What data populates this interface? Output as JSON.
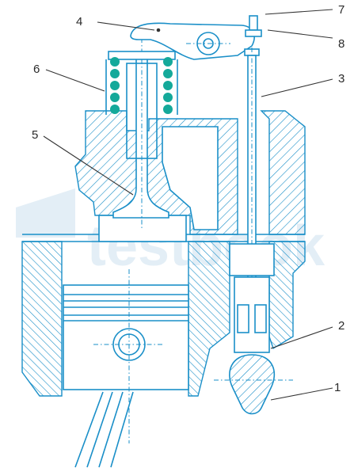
{
  "watermark": "testbook",
  "colors": {
    "line": "#1a8fc8",
    "hatch": "#1a8fc8",
    "spring_coil": "#14a99a",
    "label": "#2a2a2a"
  },
  "labels": {
    "l1": "1",
    "l2": "2",
    "l3": "3",
    "l4": "4",
    "l5": "5",
    "l6": "6",
    "l7": "7",
    "l8": "8"
  }
}
